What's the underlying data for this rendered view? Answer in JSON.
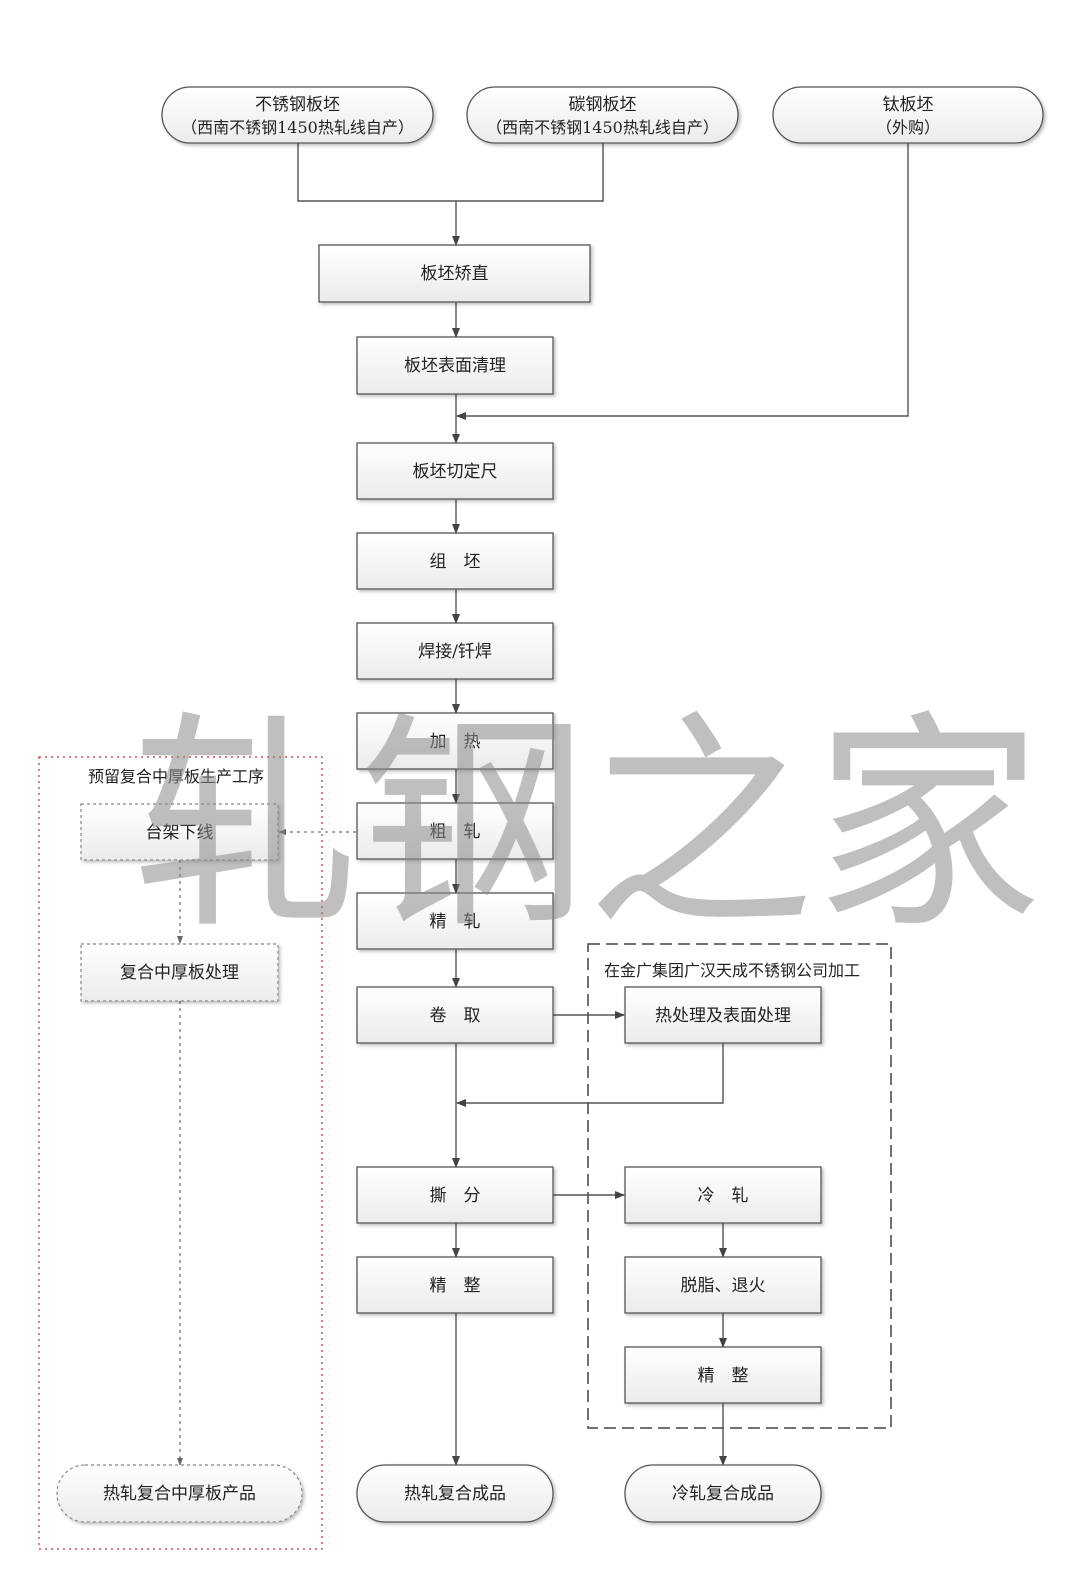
{
  "sources": {
    "stainless_slab": {
      "line1": "不锈钢板坯",
      "line2": "（西南不锈钢1450热轧线自产）"
    },
    "carbon_slab": {
      "line1": "碳钢板坯",
      "line2": "（西南不锈钢1450热轧线自产）"
    },
    "titanium_slab": {
      "line1": "钛板坯",
      "line2": "（外购）"
    }
  },
  "main_steps": {
    "straighten": "板坯矫直",
    "surface_clean": "板坯表面清理",
    "cut_size": "板坯切定尺",
    "assemble": "组　坯",
    "weld": "焊接/钎焊",
    "heat": "加　热",
    "rough_roll": "粗　轧",
    "finish_roll": "精　轧",
    "coil": "卷　取",
    "split": "撕　分",
    "finishing": "精　整",
    "hot_product": "热轧复合成品"
  },
  "reserved_group": {
    "title": "预留复合中厚板生产工序",
    "offline": "台架下线",
    "plate_process": "复合中厚板处理",
    "plate_product": "热轧复合中厚板产品"
  },
  "external_group": {
    "title": "在金广集团广汉天成不锈钢公司加工",
    "heat_treat": "热处理及表面处理",
    "cold_roll": "冷　轧",
    "degrease": "脱脂、退火",
    "finishing": "精　整",
    "cold_product": "冷轧复合成品"
  },
  "watermark": "轧钢之家"
}
